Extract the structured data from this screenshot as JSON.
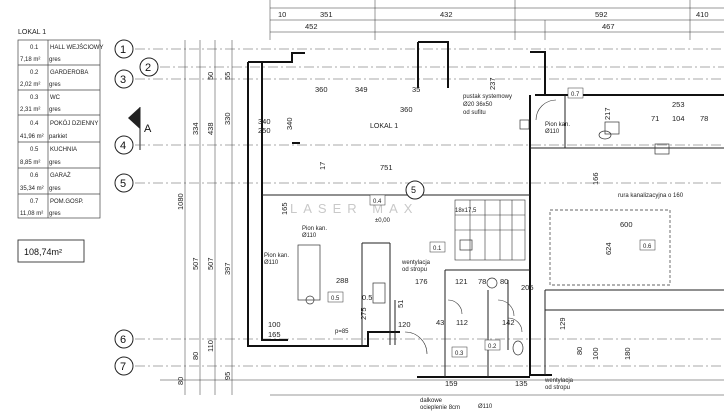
{
  "legend": {
    "title": "LOKAL 1",
    "rooms": [
      {
        "no": "0.1",
        "name": "HALL WEJŚCIOWY",
        "area": "7,18 m²",
        "floor": "gres"
      },
      {
        "no": "0.2",
        "name": "GARDEROBA",
        "area": "2,02 m²",
        "floor": "gres"
      },
      {
        "no": "0.3",
        "name": "WC",
        "area": "2,31 m²",
        "floor": "gres"
      },
      {
        "no": "0.4",
        "name": "POKÓJ DZIENNY",
        "area": "41,96 m²",
        "floor": "parkiet"
      },
      {
        "no": "0.5",
        "name": "KUCHNIA",
        "area": "8,85 m²",
        "floor": "gres"
      },
      {
        "no": "0.6",
        "name": "GARAŻ",
        "area": "35,34 m²",
        "floor": "gres"
      },
      {
        "no": "0.7",
        "name": "POM.GOSP.",
        "area": "11,08 m²",
        "floor": "gres"
      }
    ],
    "total": "108,74m²"
  },
  "axes": [
    "1",
    "2",
    "3",
    "4",
    "5",
    "6",
    "7"
  ],
  "section_marker": "A",
  "plan": {
    "unit_title": "LOKAL 1",
    "stair_label": "5",
    "watermark": "LASER MAX",
    "room_tags": [
      "0.1",
      "0.2",
      "0.3",
      "0.4",
      "0.5",
      "0.6",
      "0.7"
    ],
    "labels": {
      "pion_kan_a": "Pion kan.",
      "pion_kan_a_d": "Ø110",
      "pion_kan_b": "Pion kan.",
      "pion_kan_b_d": "Ø110",
      "pion_kan_c": "Pion kan.",
      "pion_kan_c_d": "Ø110",
      "pustak_1": "pustak systemowy",
      "pustak_2": "Ø20 36x50",
      "pustak_3": "od sufitu",
      "rura": "rura kanalizacyjna o 160",
      "went_1a": "wentylacja",
      "went_1b": "od stropu",
      "went_2a": "wentylacja",
      "went_2b": "od stropu",
      "ociep_1": "dalkowe",
      "ociep_2": "ocieplenie 8cm",
      "level": "±0,00",
      "stairs": "18x17,5",
      "fi110": "Ø110",
      "p85": "p=85"
    },
    "top_dims": [
      "351",
      "432",
      "592",
      "452",
      "467",
      "10",
      "410"
    ],
    "left_dims": [
      "1080",
      "334",
      "438",
      "330",
      "507",
      "507",
      "397",
      "50",
      "55",
      "95",
      "80",
      "110",
      "80"
    ],
    "inner_dims": [
      "349",
      "237",
      "360",
      "35",
      "360",
      "340",
      "250",
      "340",
      "751",
      "17",
      "165",
      "288",
      "275",
      "0.5",
      "253",
      "71",
      "104",
      "78",
      "217",
      "166",
      "624",
      "600",
      "129",
      "121",
      "78",
      "80",
      "205",
      "176",
      "51",
      "112",
      "142",
      "43",
      "120",
      "100",
      "165",
      "159",
      "135",
      "100",
      "80",
      "180"
    ]
  }
}
